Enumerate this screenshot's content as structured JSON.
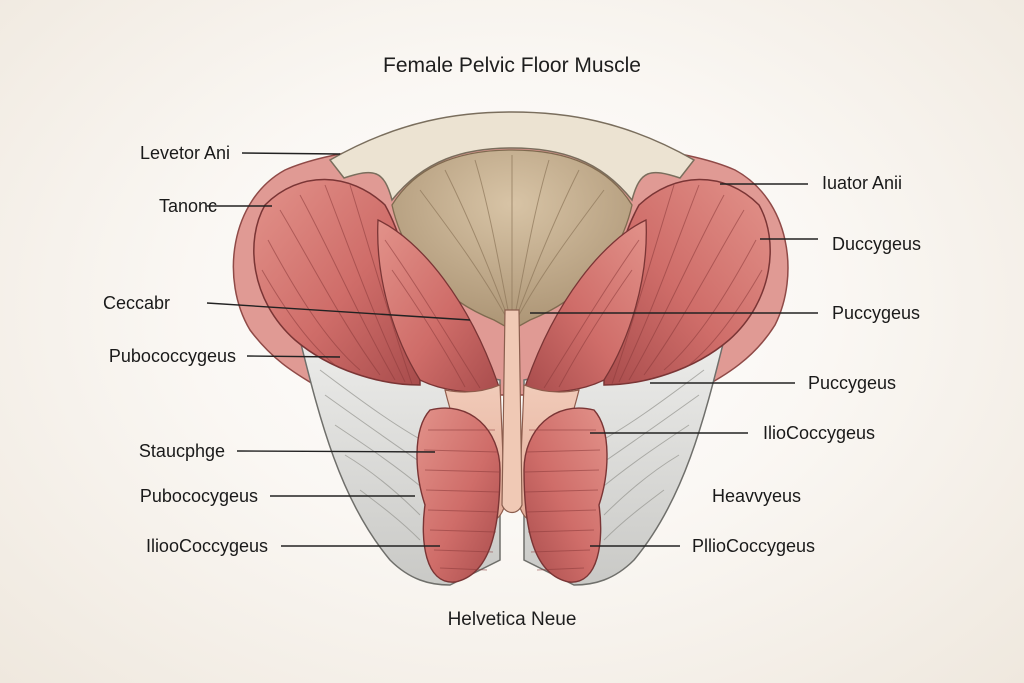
{
  "title": "Female Pelvic Floor Muscle",
  "caption": "Helvetica Neue",
  "labels_left": [
    "Levetor Ani",
    "Tanonc",
    "Ceccabr",
    "Pubococcygeus",
    "Staucphge",
    "Pubococygeus",
    "IliooCoccygeus"
  ],
  "labels_right": [
    "Iuator Anii",
    "Duccygeus",
    "Puccygeus",
    "Puccygeus",
    "IlioCoccygeus",
    "Heavvyeus",
    "PllioCoccygeus"
  ],
  "colors": {
    "muscle": "#d0706c",
    "muscle_dark": "#a24a4a",
    "bone": "#ece3d2",
    "fascia": "#d9d9d6",
    "center": "#c8b396",
    "line": "#222222"
  }
}
